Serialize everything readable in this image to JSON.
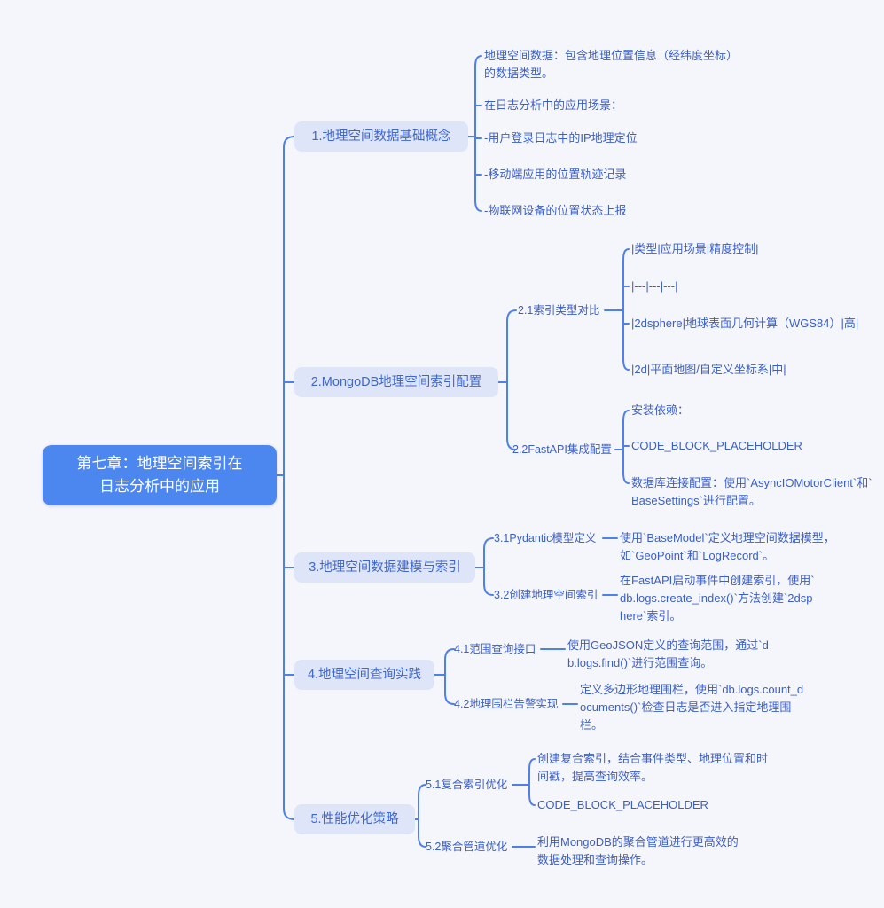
{
  "palette": {
    "background": "#F5F5FC",
    "line_color": "#4D80E8",
    "root_bg": "#4C87EF",
    "root_text": "#FFFFFF",
    "branch_bg": "#DEE5F9",
    "text_blue": "#3B60C4"
  },
  "root": {
    "label": "第七章：地理空间索引在日志分析中的应用",
    "lines": [
      "第七章：地理空间索引在",
      "日志分析中的应用"
    ]
  },
  "branches": [
    {
      "label": "1.地理空间数据基础概念",
      "leaves": [
        "地理空间数据：包含地理位置信息（经纬度坐标）的数据类型。",
        "在日志分析中的应用场景：",
        "-用户登录日志中的IP地理定位",
        "-移动端应用的位置轨迹记录",
        "-物联网设备的位置状态上报"
      ]
    },
    {
      "label": "2.MongoDB地理空间索引配置",
      "children": [
        {
          "label": "2.1索引类型对比",
          "leaves": [
            "|类型|应用场景|精度控制|",
            "|---|---|---|",
            "|2dsphere|地球表面几何计算（WGS84）|高|",
            "|2d|平面地图/自定义坐标系|中|"
          ]
        },
        {
          "label": "2.2FastAPI集成配置",
          "leaves": [
            "安装依赖：",
            "CODE_BLOCK_PLACEHOLDER",
            "数据库连接配置：使用`AsyncIOMotorClient`和`BaseSettings`进行配置。"
          ]
        }
      ]
    },
    {
      "label": "3.地理空间数据建模与索引",
      "children": [
        {
          "label": "3.1Pydantic模型定义",
          "leaves": [
            "使用`BaseModel`定义地理空间数据模型，如`GeoPoint`和`LogRecord`。"
          ]
        },
        {
          "label": "3.2创建地理空间索引",
          "leaves": [
            "在FastAPI启动事件中创建索引，使用`db.logs.create_index()`方法创建`2dsphere`索引。"
          ]
        }
      ]
    },
    {
      "label": "4.地理空间查询实践",
      "children": [
        {
          "label": "4.1范围查询接口",
          "leaves": [
            "使用GeoJSON定义的查询范围，通过`db.logs.find()`进行范围查询。"
          ]
        },
        {
          "label": "4.2地理围栏告警实现",
          "leaves": [
            "定义多边形地理围栏，使用`db.logs.count_documents()`检查日志是否进入指定地理围栏。"
          ]
        }
      ]
    },
    {
      "label": "5.性能优化策略",
      "children": [
        {
          "label": "5.1复合索引优化",
          "leaves": [
            "创建复合索引，结合事件类型、地理位置和时间戳，提高查询效率。",
            "CODE_BLOCK_PLACEHOLDER"
          ]
        },
        {
          "label": "5.2聚合管道优化",
          "leaves": [
            "利用MongoDB的聚合管道进行更高效的数据处理和查询操作。"
          ]
        }
      ]
    }
  ]
}
